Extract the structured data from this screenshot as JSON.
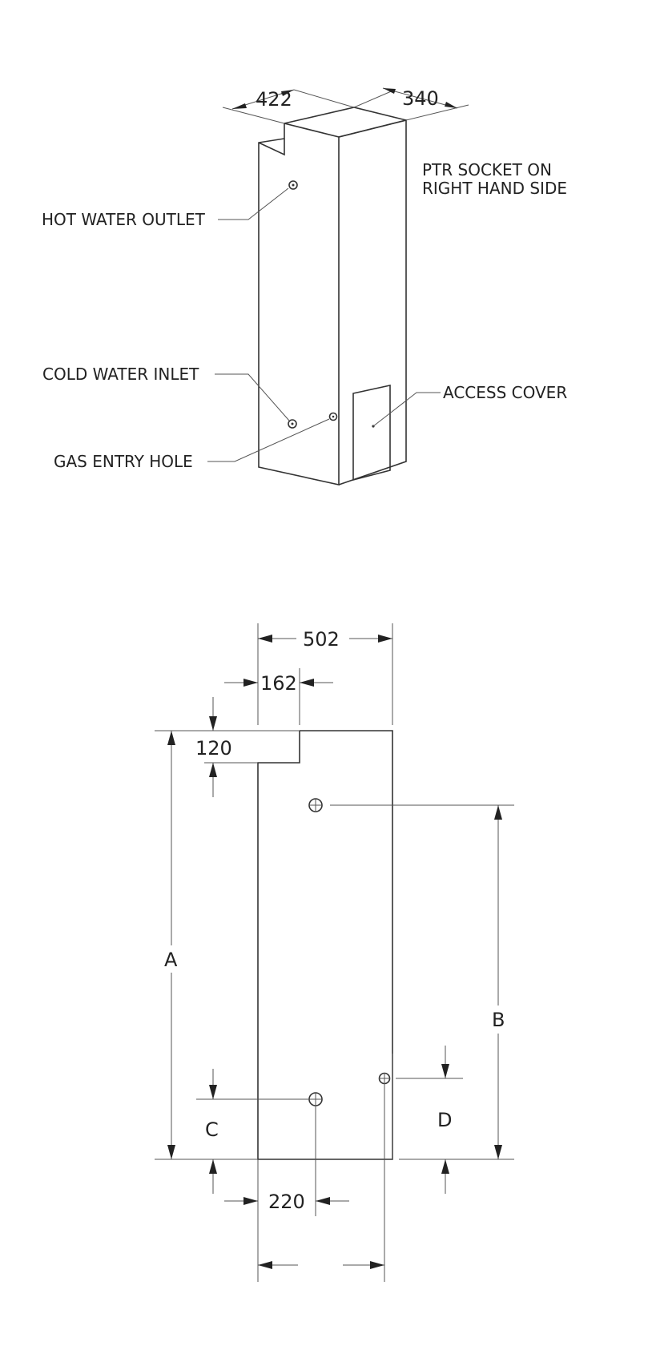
{
  "iso_view": {
    "dim_width": "422",
    "dim_depth": "340",
    "note_line1": "PTR SOCKET ON",
    "note_line2": "RIGHT HAND SIDE",
    "label_hot_water_outlet": "HOT WATER OUTLET",
    "label_cold_water_inlet": "COLD WATER INLET",
    "label_gas_entry_hole": "GAS ENTRY HOLE",
    "label_access_cover": "ACCESS COVER"
  },
  "front_view": {
    "dim_overall_width": "502",
    "dim_notch_width": "162",
    "dim_notch_height": "120",
    "dim_A": "A",
    "dim_B": "B",
    "dim_C": "C",
    "dim_D": "D",
    "dim_cold_inlet_offset": "220"
  }
}
